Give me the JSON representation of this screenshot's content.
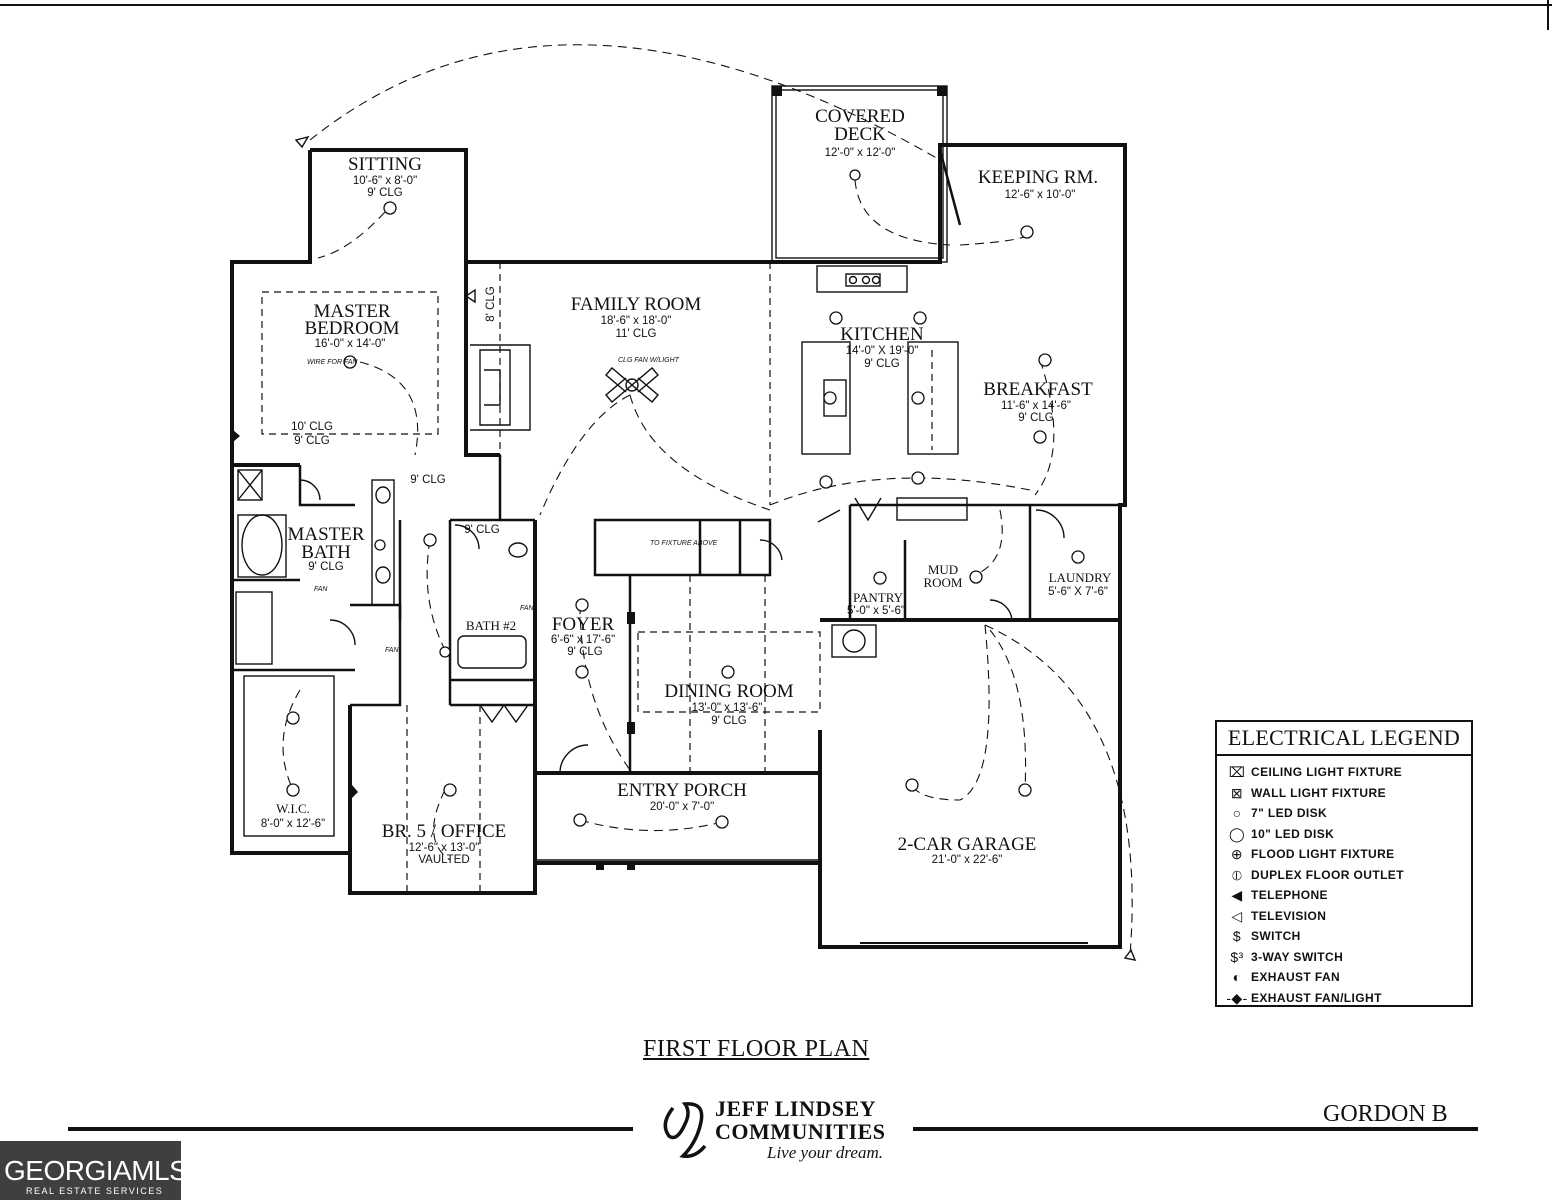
{
  "rooms": {
    "sitting": {
      "name": "SITTING",
      "dims": "10'-6\" x 8'-0\"",
      "clg": "9' CLG"
    },
    "master_bedroom": {
      "name1": "MASTER",
      "name2": "BEDROOM",
      "dims": "16'-0\" x 14'-0\"",
      "clg1": "10' CLG",
      "clg2": "9' CLG",
      "note": "WIRE FOR FAN"
    },
    "family_room": {
      "name": "FAMILY ROOM",
      "dims": "18'-6\" x 18'-0\"",
      "clg": "11' CLG",
      "note": "CLG FAN W/LIGHT",
      "side_clg": "8' CLG"
    },
    "covered_deck": {
      "name1": "COVERED",
      "name2": "DECK",
      "dims": "12'-0\" x 12'-0\""
    },
    "keeping_room": {
      "name": "KEEPING RM.",
      "dims": "12'-6\" x 10'-0\""
    },
    "kitchen": {
      "name": "KITCHEN",
      "dims": "14'-0\" X 19'-0\"",
      "clg": "9' CLG"
    },
    "breakfast": {
      "name": "BREAKFAST",
      "dims": "11'-6\" x 14'-6\"",
      "clg": "9' CLG"
    },
    "master_bath": {
      "name1": "MASTER",
      "name2": "BATH",
      "clg": "9' CLG",
      "hall_clg": "9' CLG"
    },
    "bath2": {
      "name": "BATH #2",
      "clg": "9' CLG"
    },
    "foyer": {
      "name": "FOYER",
      "dims": "6'-6\" x 17'-6\"",
      "clg": "9' CLG"
    },
    "dining_room": {
      "name": "DINING ROOM",
      "dims": "13'-0\" x 13'-6\"",
      "clg": "9' CLG"
    },
    "pantry": {
      "name": "PANTRY",
      "dims": "5'-0\" x 5'-6\""
    },
    "mud_room": {
      "name1": "MUD",
      "name2": "ROOM"
    },
    "laundry": {
      "name": "LAUNDRY",
      "dims": "5'-6\" X 7'-6\""
    },
    "wic": {
      "name": "W.I.C.",
      "dims": "8'-0\" x 12'-6\""
    },
    "office": {
      "name": "BR. 5 / OFFICE",
      "dims": "12'-6\" x 13'-0\"",
      "clg": "VAULTED"
    },
    "entry_porch": {
      "name": "ENTRY PORCH",
      "dims": "20'-0\" x 7'-0\""
    },
    "garage": {
      "name": "2-CAR GARAGE",
      "dims": "21'-0\" x 22'-6\""
    },
    "stair_note": "TO FIXTURE ABOVE",
    "fan_label": "FAN"
  },
  "legend": {
    "title": "ELECTRICAL LEGEND",
    "items": [
      {
        "symbol": "ceiling-light-icon",
        "label": "CEILING LIGHT FIXTURE"
      },
      {
        "symbol": "wall-light-icon",
        "label": "WALL LIGHT FIXTURE"
      },
      {
        "symbol": "led-disk-7-icon",
        "label": "7\" LED DISK"
      },
      {
        "symbol": "led-disk-10-icon",
        "label": "10\" LED DISK"
      },
      {
        "symbol": "flood-light-icon",
        "label": "FLOOD LIGHT FIXTURE"
      },
      {
        "symbol": "duplex-outlet-icon",
        "label": "DUPLEX FLOOR OUTLET"
      },
      {
        "symbol": "telephone-icon",
        "label": "TELEPHONE"
      },
      {
        "symbol": "television-icon",
        "label": "TELEVISION"
      },
      {
        "symbol": "switch-icon",
        "label": "SWITCH"
      },
      {
        "symbol": "three-way-switch-icon",
        "label": "3-WAY SWITCH"
      },
      {
        "symbol": "exhaust-fan-icon",
        "label": "EXHAUST FAN"
      },
      {
        "symbol": "exhaust-fan-light-icon",
        "label": "EXHAUST FAN/LIGHT"
      }
    ]
  },
  "plan_title": "FIRST FLOOR PLAN",
  "model_name": "GORDON B",
  "brand": {
    "line1": "JEFF LINDSEY",
    "line2": "COMMUNITIES",
    "tagline": "Live your dream."
  },
  "watermark": {
    "name": "GEORGIAMLS",
    "sub": "REAL ESTATE SERVICES"
  }
}
